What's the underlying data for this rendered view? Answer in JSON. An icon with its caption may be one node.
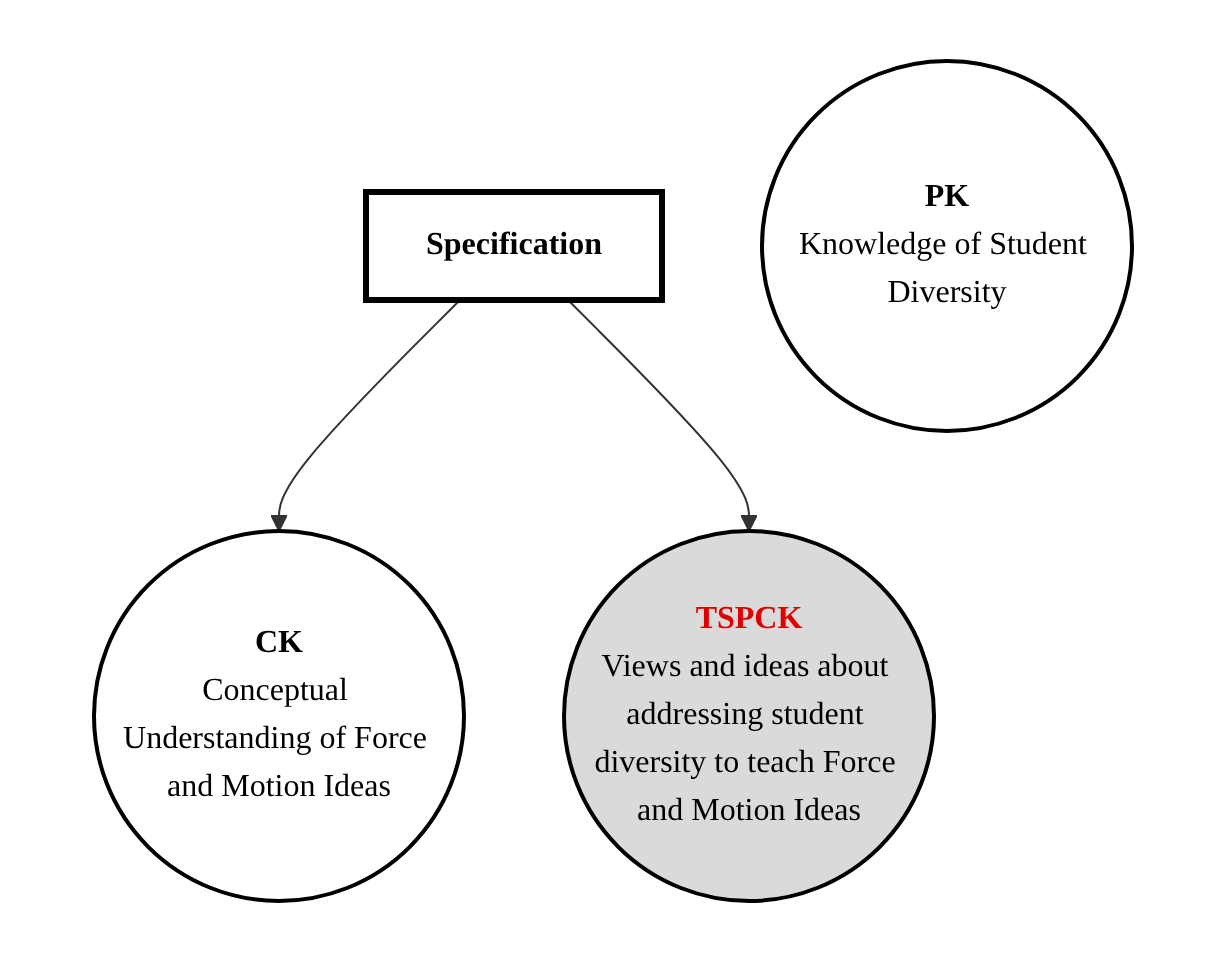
{
  "diagram": {
    "nodes": [
      {
        "text": [
          "CK",
          "Conceptual Understanding of Force and Motion Ideas"
        ]
      },
      {
        "text": [
          "Specification"
        ]
      },
      {
        "text": [
          "PK",
          "Knowledge of Student Diversity"
        ]
      },
      {
        "text": [
          "TSPCK",
          "Views and ideas about addressing student diversity to teach Force and Motion Ideas"
        ]
      }
    ],
    "edges": [
      {
        "from": 1,
        "to": 0,
        "arrow": "to"
      },
      {
        "from": 1,
        "to": 3,
        "arrow": "to"
      }
    ]
  }
}
